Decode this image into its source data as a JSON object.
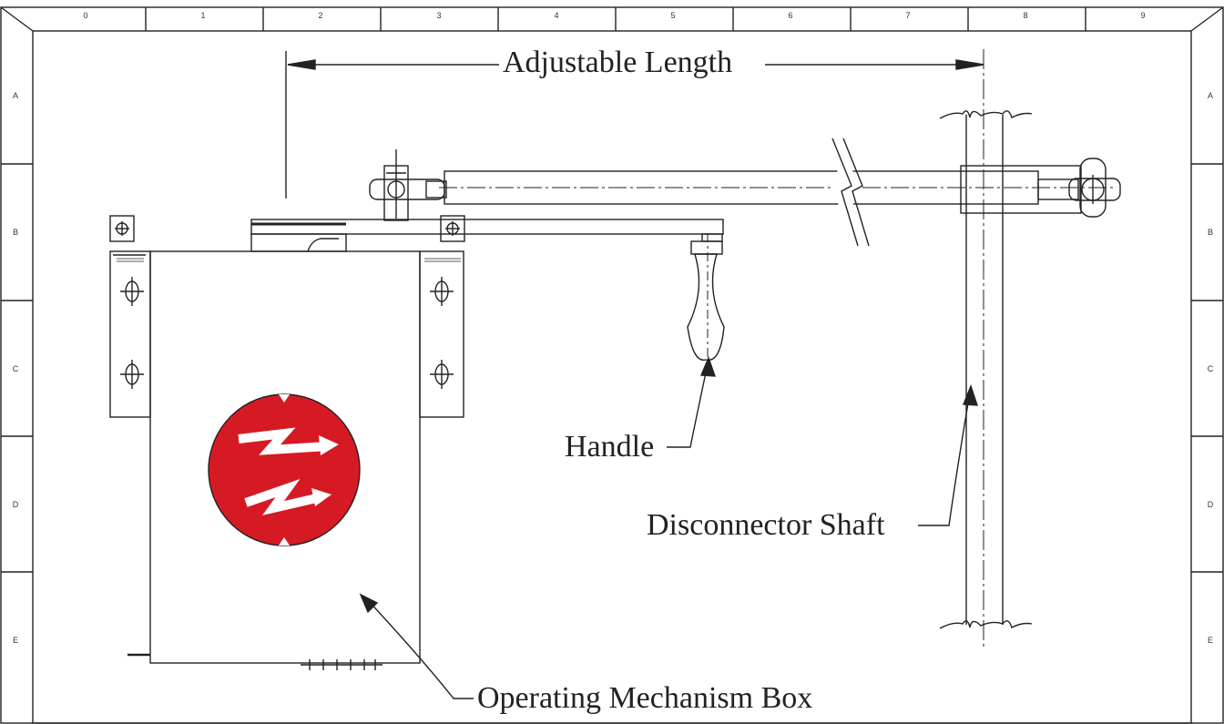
{
  "frame": {
    "columns": [
      "0",
      "1",
      "2",
      "3",
      "4",
      "5",
      "6",
      "7",
      "8",
      "9"
    ],
    "rows": [
      "A",
      "B",
      "C",
      "D",
      "E"
    ]
  },
  "labels": {
    "adjustable_length": "Adjustable Length",
    "handle": "Handle",
    "disconnector_shaft": "Disconnector Shaft",
    "operating_box": "Operating Mechanism Box"
  },
  "colors": {
    "line": "#222222",
    "logo_red": "#d51a24",
    "logo_symbol": "#ffffff"
  },
  "icons": {
    "logo": "double-lightning-emblem"
  }
}
